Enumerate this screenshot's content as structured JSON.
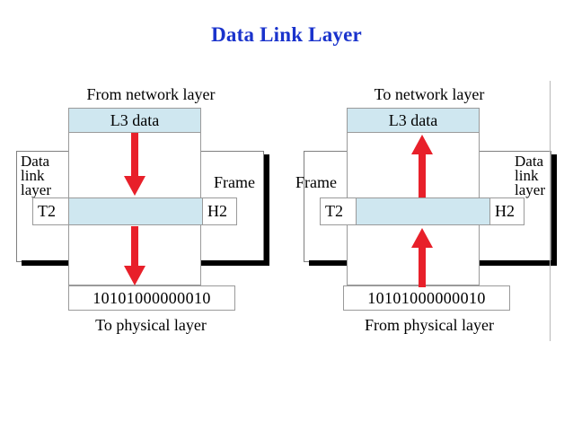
{
  "slide": {
    "title": "Data Link Layer",
    "title_color": "#1a33cc",
    "background": "#ffffff"
  },
  "colors": {
    "payload_fill": "#cfe7f0",
    "arrow": "#e8202a",
    "cell_border": "#9a9a9a",
    "shadow": "#000000"
  },
  "panels": [
    {
      "id": "sending",
      "top_caption": "From network layer",
      "bottom_caption": "To physical layer",
      "data_link_label": "Data\nlink\nlayer",
      "data_link_label_line1": "Data",
      "data_link_label_line2": "link",
      "data_link_label_line3": "layer",
      "data_link_label_side": "left",
      "frame_label": "Frame",
      "frame_label_side": "right",
      "l3_cell": "L3 data",
      "trailer": "T2",
      "header": "H2",
      "payload": "",
      "bits": "10101000000010",
      "arrow_direction": "down"
    },
    {
      "id": "receiving",
      "top_caption": "To network layer",
      "bottom_caption": "From physical layer",
      "data_link_label_line1": "Data",
      "data_link_label_line2": "link",
      "data_link_label_line3": "layer",
      "data_link_label_side": "right",
      "frame_label": "Frame",
      "frame_label_side": "left",
      "l3_cell": "L3 data",
      "trailer": "T2",
      "header": "H2",
      "payload": "",
      "bits": "10101000000010",
      "arrow_direction": "up"
    }
  ]
}
